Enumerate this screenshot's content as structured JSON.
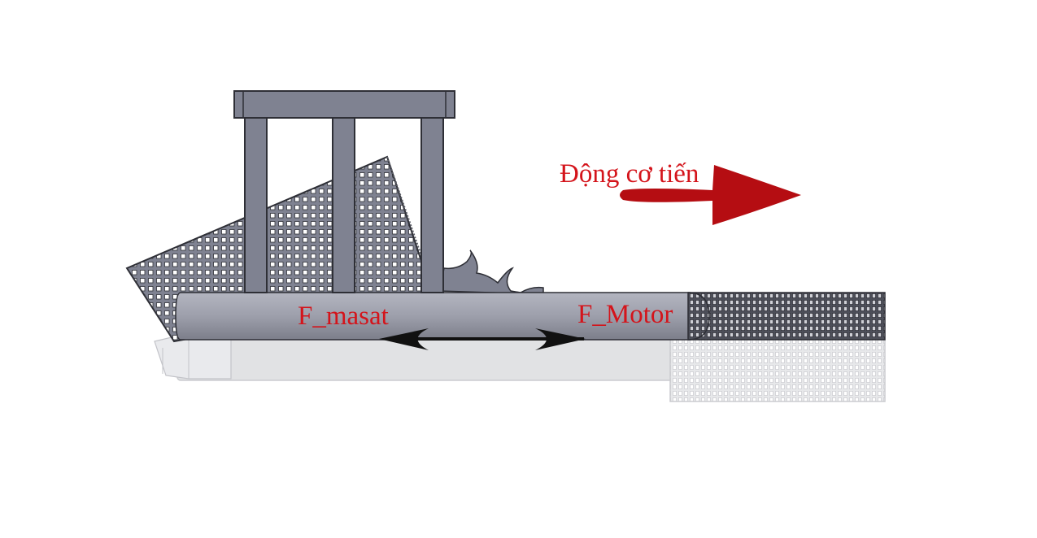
{
  "labels": {
    "direction": "Động cơ tiến",
    "friction_force": "F_masat",
    "motor_force": "F_Motor"
  },
  "colors": {
    "label_red": "#d4141b",
    "arrow_red": "#b50d12",
    "force_arrow": "#111111",
    "frame_gray": "#7f8291",
    "frame_edge": "#2e2f36",
    "tube_gray": "#9d9fab",
    "ghost_gray": "#d9dadd"
  },
  "icons": {
    "direction_arrow": "right-arrow-icon",
    "force_arrow": "double-headed-arrow-icon"
  }
}
